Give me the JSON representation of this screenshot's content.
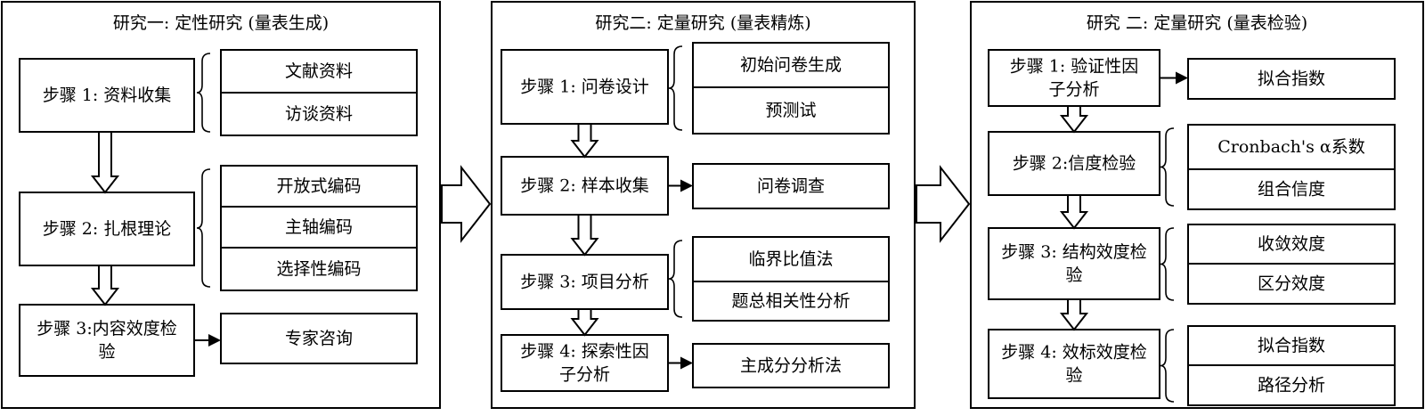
{
  "panels": [
    {
      "title": "研究一: 定性研究 (量表生成)",
      "steps": [
        {
          "lines": [
            "步骤 1: 资料收集"
          ],
          "items": [
            "文献资料",
            "访谈资料"
          ]
        },
        {
          "lines": [
            "步骤 2: 扎根理论"
          ],
          "items": [
            "开放式编码",
            "主轴编码",
            "选择性编码"
          ]
        },
        {
          "lines": [
            "步骤 3:内容效度检",
            "验"
          ],
          "items": [
            "专家咨询"
          ]
        }
      ]
    },
    {
      "title": "研究二: 定量研究 (量表精炼)",
      "steps": [
        {
          "lines": [
            "步骤 1: 问卷设计"
          ],
          "items": [
            "初始问卷生成",
            "预测试"
          ]
        },
        {
          "lines": [
            "步骤 2: 样本收集"
          ],
          "items": [
            "问卷调查"
          ]
        },
        {
          "lines": [
            "步骤 3: 项目分析"
          ],
          "items": [
            "临界比值法",
            "题总相关性分析"
          ]
        },
        {
          "lines": [
            "步骤 4: 探索性因",
            "子分析"
          ],
          "items": [
            "主成分分析法"
          ]
        }
      ]
    },
    {
      "title": "研究 二: 定量研究 (量表检验)",
      "steps": [
        {
          "lines": [
            "步骤 1: 验证性因",
            "子分析"
          ],
          "items": [
            "拟合指数"
          ]
        },
        {
          "lines": [
            "步骤 2:信度检验"
          ],
          "items": [
            "Cronbach's α系数",
            "组合信度"
          ]
        },
        {
          "lines": [
            "步骤 3: 结构效度检",
            "验"
          ],
          "items": [
            "收敛效度",
            "区分效度"
          ]
        },
        {
          "lines": [
            "步骤 4: 效标效度检",
            "验"
          ],
          "items": [
            "拟合指数",
            "路径分析"
          ]
        }
      ]
    }
  ]
}
